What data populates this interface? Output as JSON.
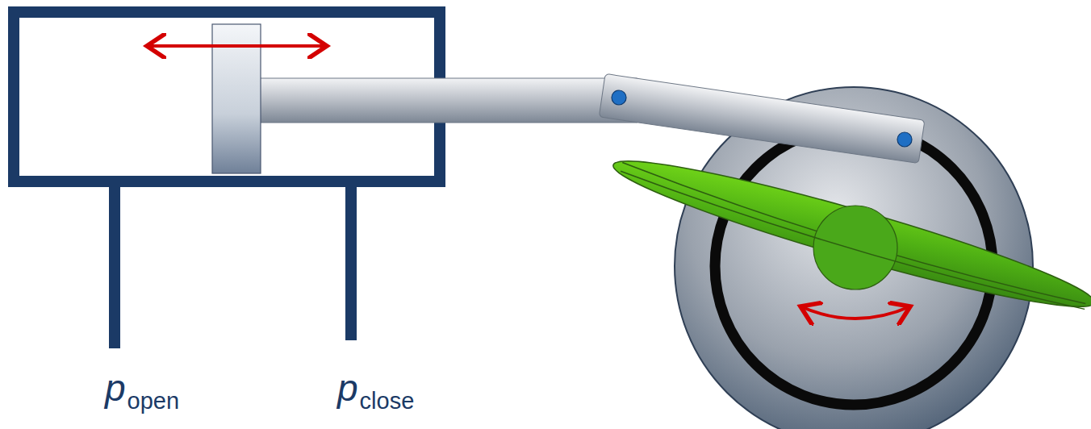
{
  "diagram": {
    "labels": [
      "p",
      "open",
      "p",
      "close"
    ]
  }
}
